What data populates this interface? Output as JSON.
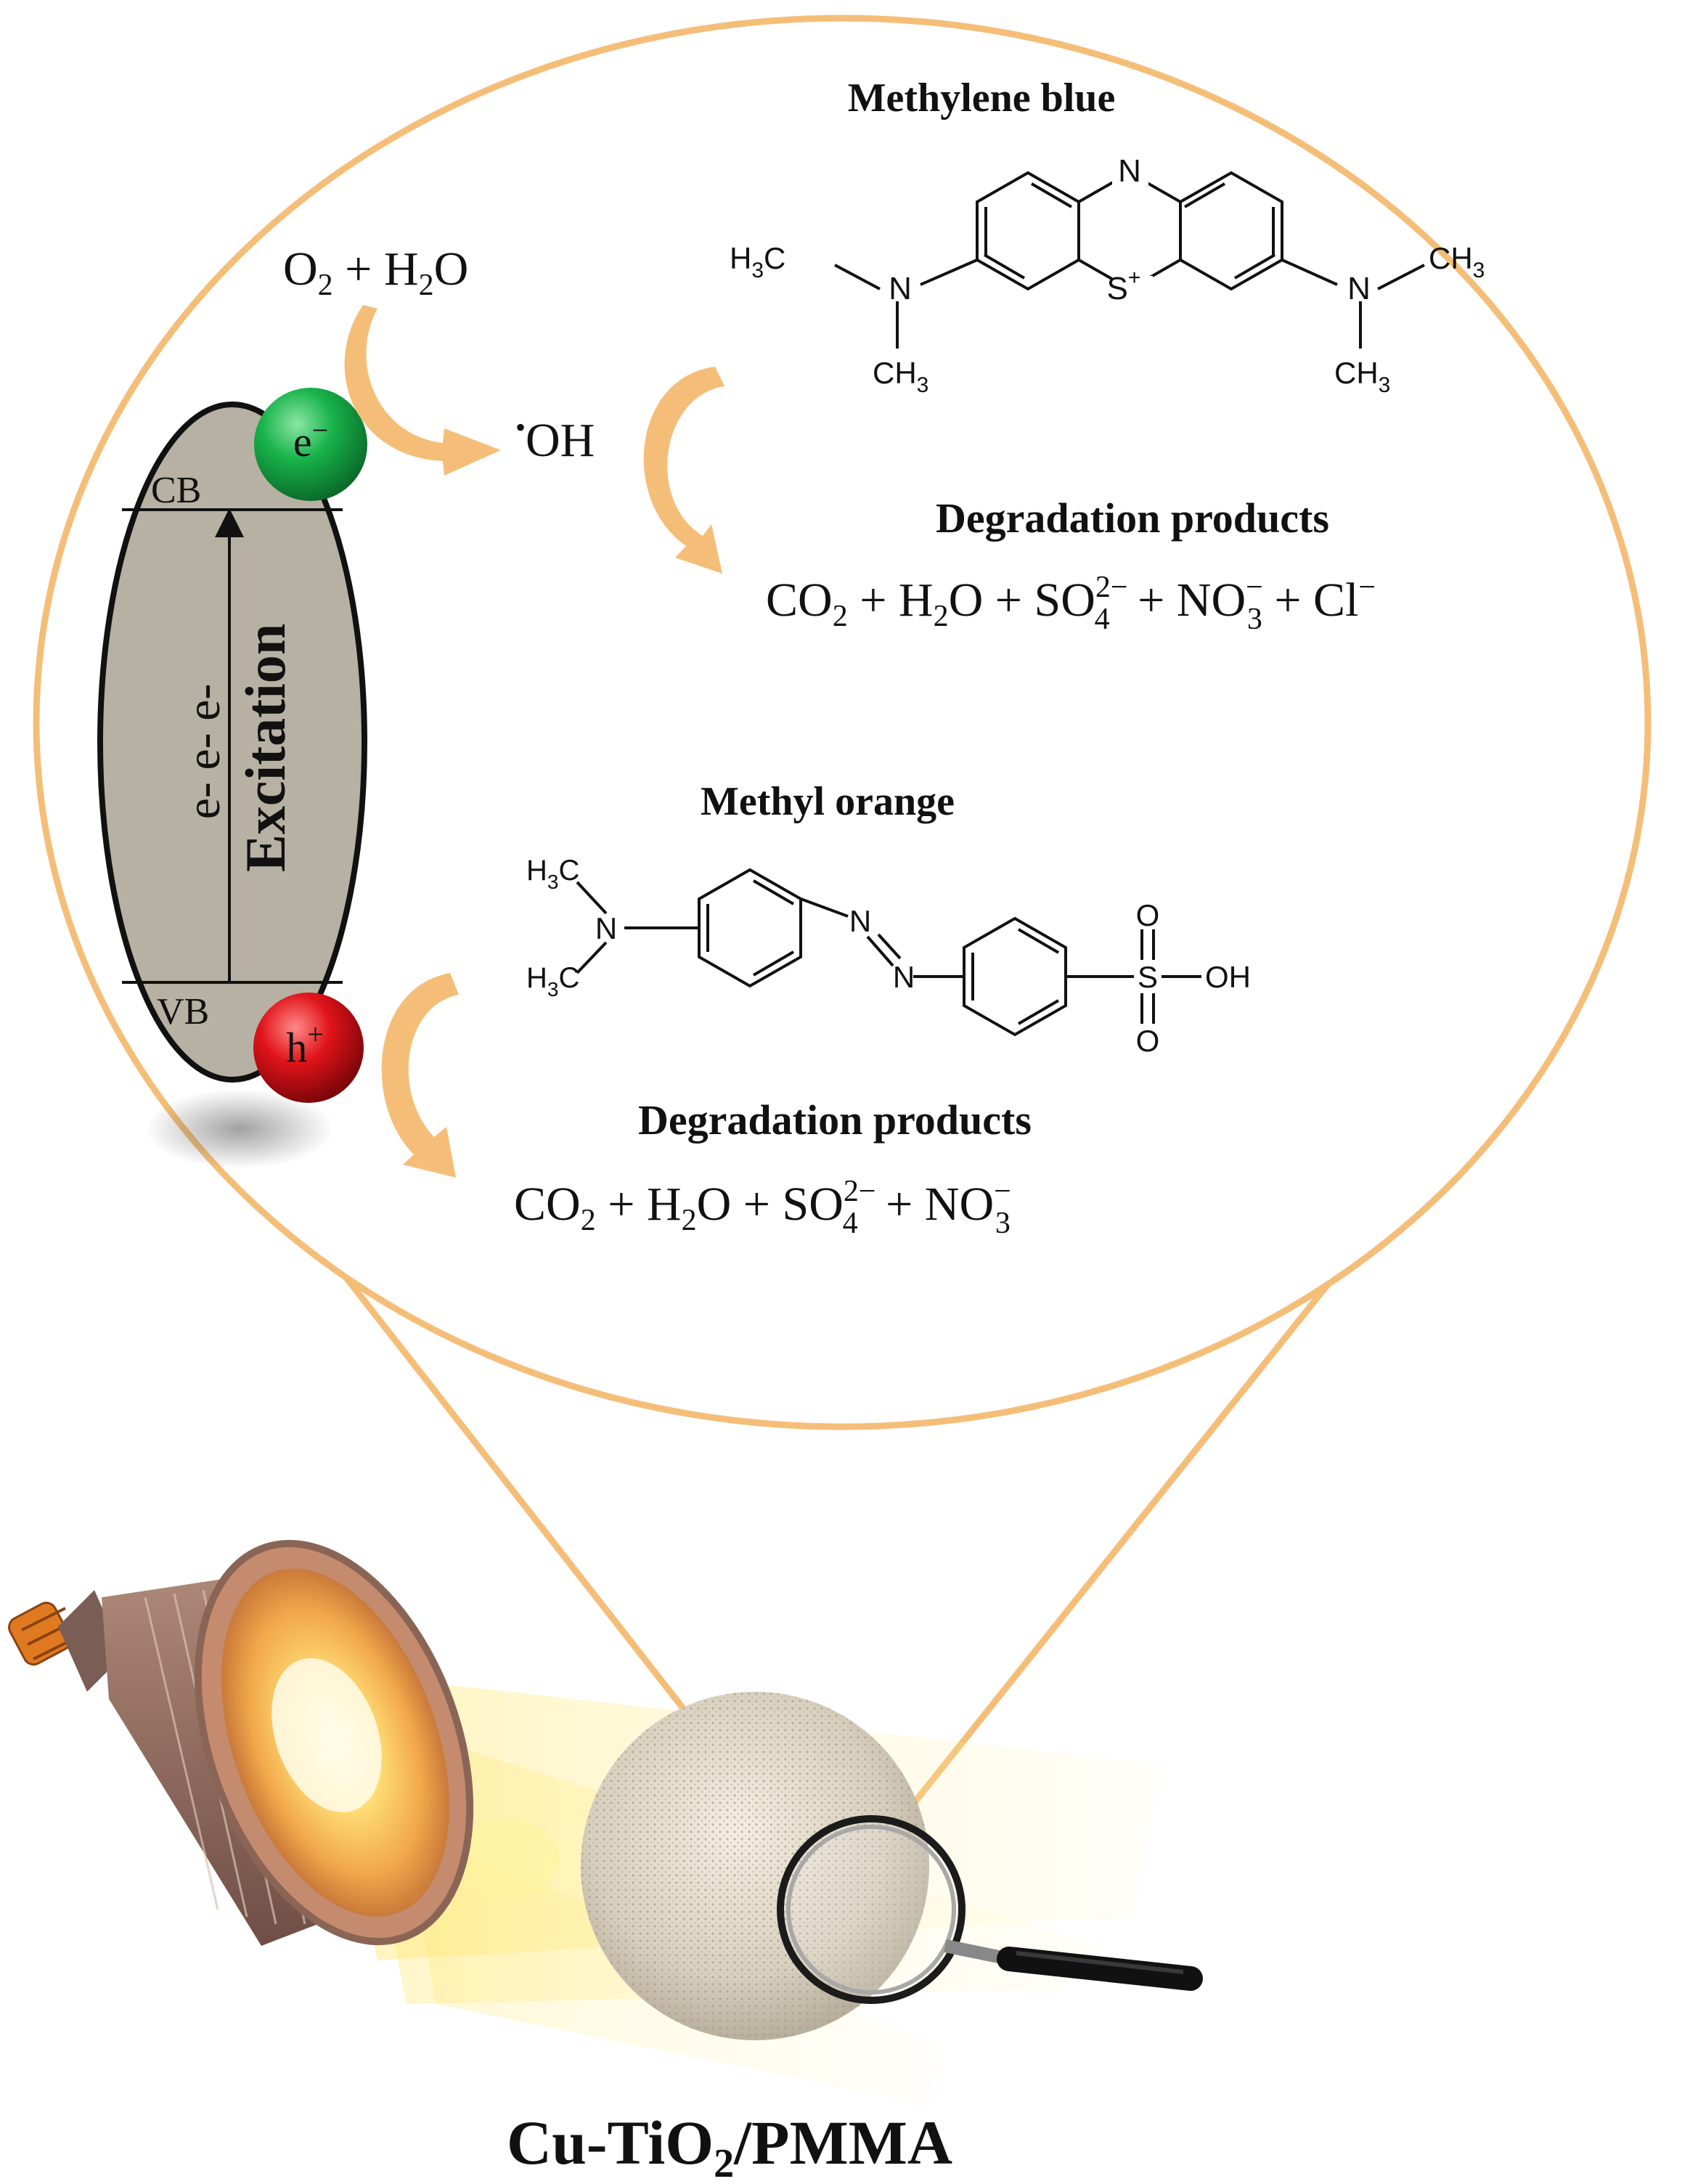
{
  "colors": {
    "outline": "#F5BE78",
    "arrow": "#F5BE78",
    "band_gap_fill": "#B6B1A3",
    "electron": "#18B34A",
    "hole": "#E0141A",
    "text": "#111111"
  },
  "band_diagram": {
    "cb_label": "CB",
    "vb_label": "VB",
    "excitation_label": "Excitation",
    "electrons_label": "e- e- e-",
    "electron_symbol": "e",
    "electron_charge": "−",
    "hole_symbol": "h",
    "hole_charge": "+"
  },
  "reactants": {
    "o2": "O",
    "o2_sub": "2",
    "plus": "+",
    "h2o_h": "H",
    "h2o_sub": "2",
    "h2o_o": "O",
    "radical_dot": "•",
    "radical": "OH"
  },
  "methylene_blue": {
    "title": "Methylene blue",
    "atom_n": "N",
    "atom_s": "S",
    "s_charge": "+",
    "h3c": "H",
    "h3c_sub": "3",
    "h3c_c": "C",
    "ch3_c": "CH",
    "ch3_sub": "3",
    "products_title": "Degradation products",
    "products": {
      "co2": "CO",
      "co2_sub": "2",
      "h2o_h": "H",
      "h2o_sub": "2",
      "h2o_o": "O",
      "so4": "SO",
      "so4_sub": "4",
      "so4_sup": "2−",
      "no3": "NO",
      "no3_sub": "3",
      "no3_sup": "−",
      "cl": "Cl",
      "cl_sup": "−",
      "plus": "+"
    }
  },
  "methyl_orange": {
    "title": "Methyl orange",
    "atom_n": "N",
    "atom_s": "S",
    "atom_o": "O",
    "oh": "OH",
    "h3c_h": "H",
    "h3c_sub": "3",
    "h3c_c": "C",
    "products_title": "Degradation products",
    "products": {
      "co2": "CO",
      "co2_sub": "2",
      "h2o_h": "H",
      "h2o_sub": "2",
      "h2o_o": "O",
      "so4": "SO",
      "so4_sub": "4",
      "so4_sup": "2−",
      "no3": "NO",
      "no3_sub": "3",
      "no3_sup": "−",
      "plus": "+"
    }
  },
  "caption": {
    "main": "Cu-TiO",
    "sub": "2",
    "rest": "/PMMA"
  }
}
